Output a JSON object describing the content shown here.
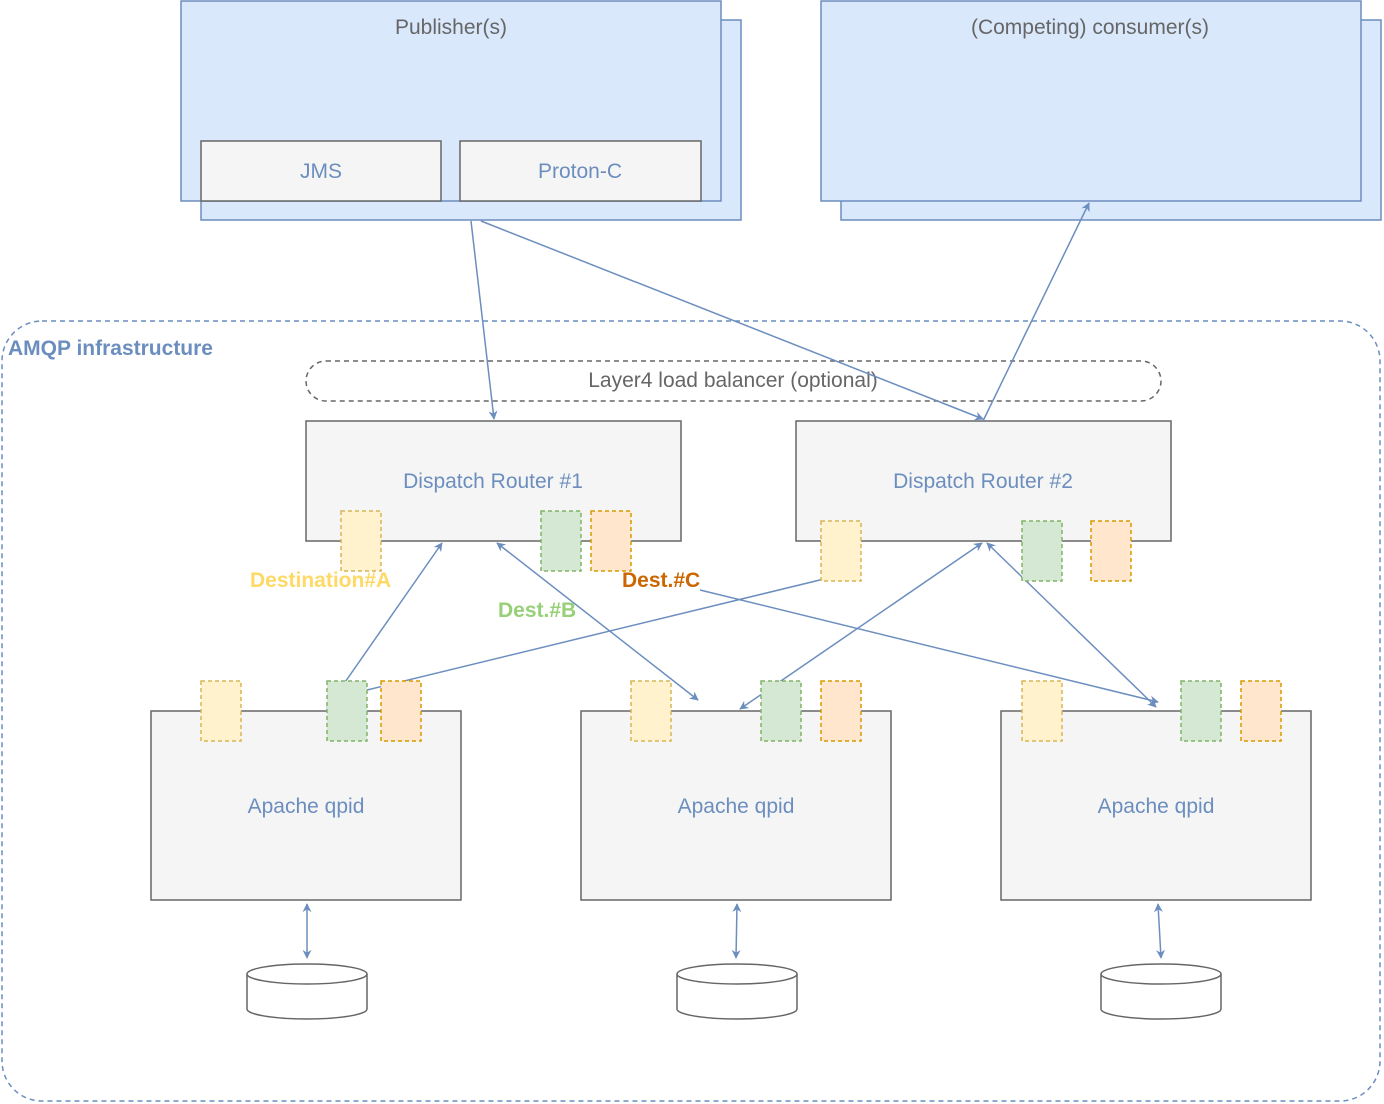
{
  "colors": {
    "blue_fill": "#dae8fc",
    "blue_stroke": "#6c8ebf",
    "gray_fill": "#f5f5f5",
    "yellow_fill": "#fff2cc",
    "yellow_stroke": "#d6b656",
    "green_fill": "#d5e8d4",
    "green_stroke": "#82b366",
    "orange_fill": "#ffe6cc",
    "orange_stroke": "#d79b00",
    "destA_text": "#ffd966",
    "destB_text": "#97d077",
    "destC_text": "#cc6600"
  },
  "publishers": {
    "title": "Publisher(s)",
    "jms": "JMS",
    "proton": "Proton-C"
  },
  "consumers": {
    "title": "(Competing) consumer(s)"
  },
  "infrastructure": {
    "title": "AMQP infrastructure",
    "load_balancer": "Layer4 load balancer (optional)"
  },
  "routers": [
    {
      "label": "Dispatch Router #1"
    },
    {
      "label": "Dispatch Router #2"
    }
  ],
  "destinations": {
    "a": "Destination#A",
    "b": "Dest.#B",
    "c": "Dest.#C"
  },
  "brokers": [
    {
      "label": "Apache qpid"
    },
    {
      "label": "Apache qpid"
    },
    {
      "label": "Apache qpid"
    }
  ]
}
